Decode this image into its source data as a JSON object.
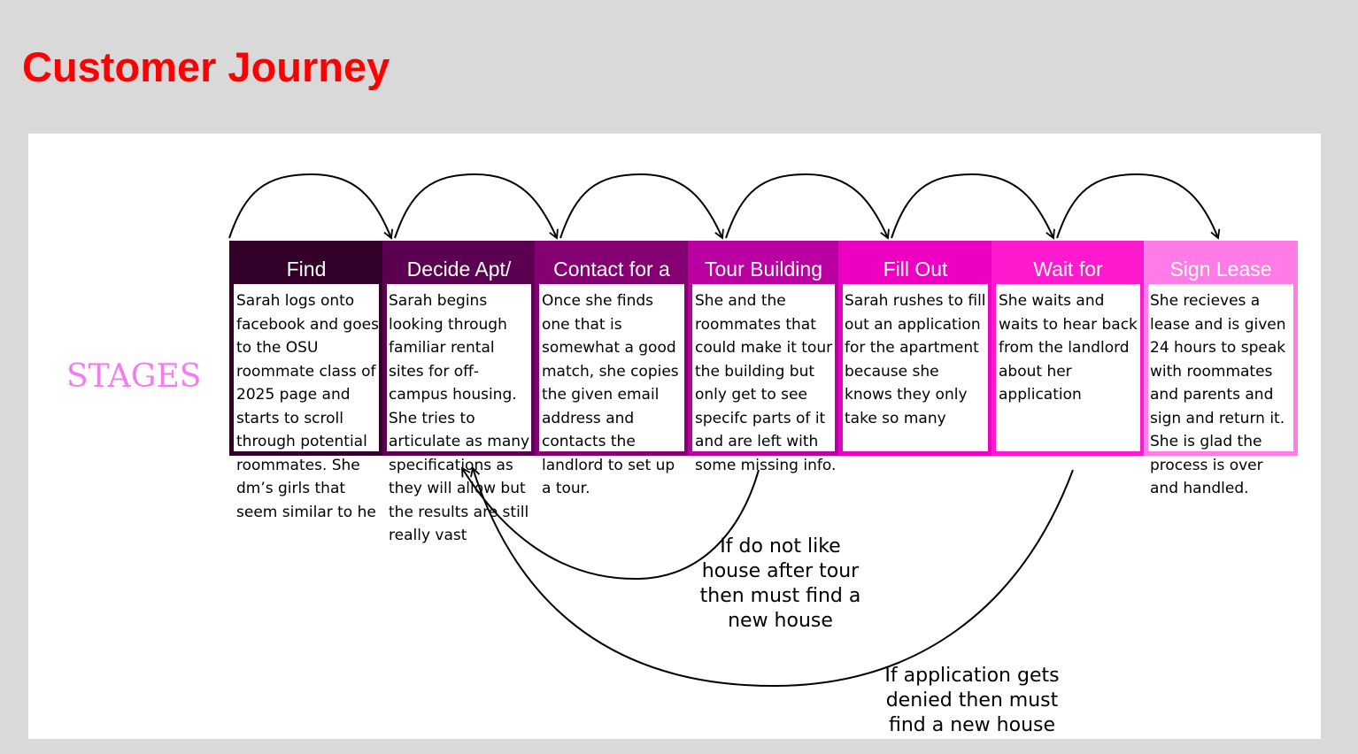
{
  "title": "Customer Journey",
  "row_label": "STAGES",
  "colors": {
    "title": "#ff0000",
    "row_label": "#f27df2",
    "stage_1": "#33002a",
    "stage_2": "#5c0051",
    "stage_3": "#850073",
    "stage_4": "#bb00a2",
    "stage_5": "#ee00c2",
    "stage_6": "#ff1ad0",
    "stage_7": "#ff7be8"
  },
  "stages": [
    {
      "heading": "Find",
      "description": "Sarah logs onto facebook and goes to the OSU roommate class of 2025 page and starts to scroll through potential roommates. She dm’s girls that seem similar to he"
    },
    {
      "heading": "Decide Apt/",
      "description": "Sarah begins looking through familiar rental sites for off-campus housing. She tries to articulate as many specifications as they will allow but the results are still really vast"
    },
    {
      "heading": "Contact for a",
      "description": "Once she finds one that is somewhat a good match, she copies the given email address and contacts the landlord to set up a tour."
    },
    {
      "heading": "Tour Building",
      "description": "She and the roommates that could make it tour the building but only get to see specifc parts of it and are left with some missing info."
    },
    {
      "heading": "Fill Out",
      "description": "Sarah rushes to fill out an application for the apartment because she knows they only take so many"
    },
    {
      "heading": "Wait for",
      "description": "She waits and waits to hear back from the landlord about her application"
    },
    {
      "heading": "Sign Lease",
      "description": "She recieves a lease and is given 24 hours to speak with roommates and parents and sign and return it. She is glad the process is over and handled."
    }
  ],
  "loop_notes": {
    "tour": "If do not like house after tour then must find a new house",
    "application": "If application gets denied then must find a new house"
  }
}
